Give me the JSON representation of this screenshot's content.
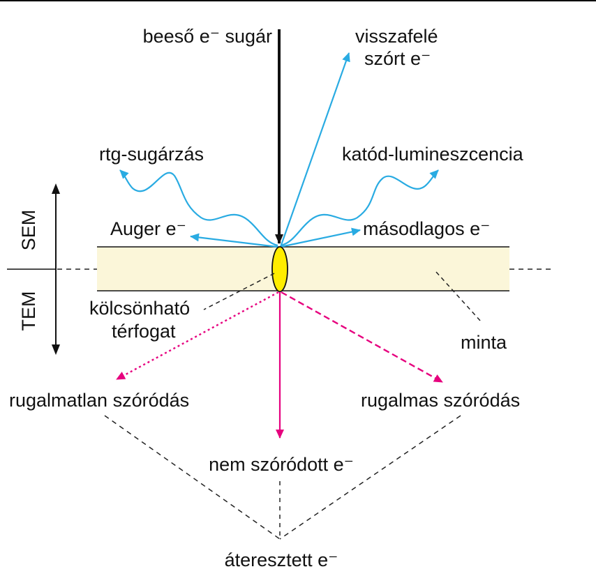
{
  "labels": {
    "incident_beam": "beeső e⁻  sugár",
    "backscattered_line1": "visszafelé",
    "backscattered_line2": "szórt e⁻",
    "xray": "rtg-sugárzás",
    "cathodoluminescence": "katód-lumineszcencia",
    "auger": "Auger e⁻",
    "secondary": "másodlagos e⁻",
    "sem": "SEM",
    "tem": "TEM",
    "interaction_volume_line1": "kölcsönható",
    "interaction_volume_line2": "térfogat",
    "specimen": "minta",
    "inelastic": "rugalmatlan szóródás",
    "elastic": "rugalmas szóródás",
    "unscattered": "nem szóródott e⁻",
    "transmitted": "áteresztett e⁻"
  },
  "colors": {
    "beam": "#111111",
    "emitted": "#29abe2",
    "transmitted": "#e6007e",
    "specimen_fill": "#fbf6d9",
    "interaction_volume": "#ffed00",
    "guide_lines": "#222222"
  }
}
